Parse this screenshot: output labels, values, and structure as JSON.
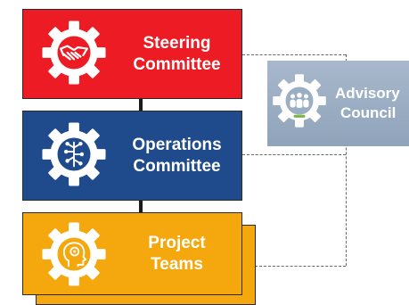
{
  "steering": {
    "line1": "Steering",
    "line2": "Committee",
    "color": "#ed1c24",
    "icon": "handshake-icon"
  },
  "operations": {
    "line1": "Operations",
    "line2": "Committee",
    "color": "#1f4b8c",
    "icon": "gear-network-icon"
  },
  "project": {
    "line1": "Project",
    "line2": "Teams",
    "color": "#f5a80e",
    "icon": "head-gear-icon"
  },
  "advisory": {
    "line1": "Advisory",
    "line2": "Council",
    "color": "#9aaec4",
    "icon": "people-group-icon"
  }
}
